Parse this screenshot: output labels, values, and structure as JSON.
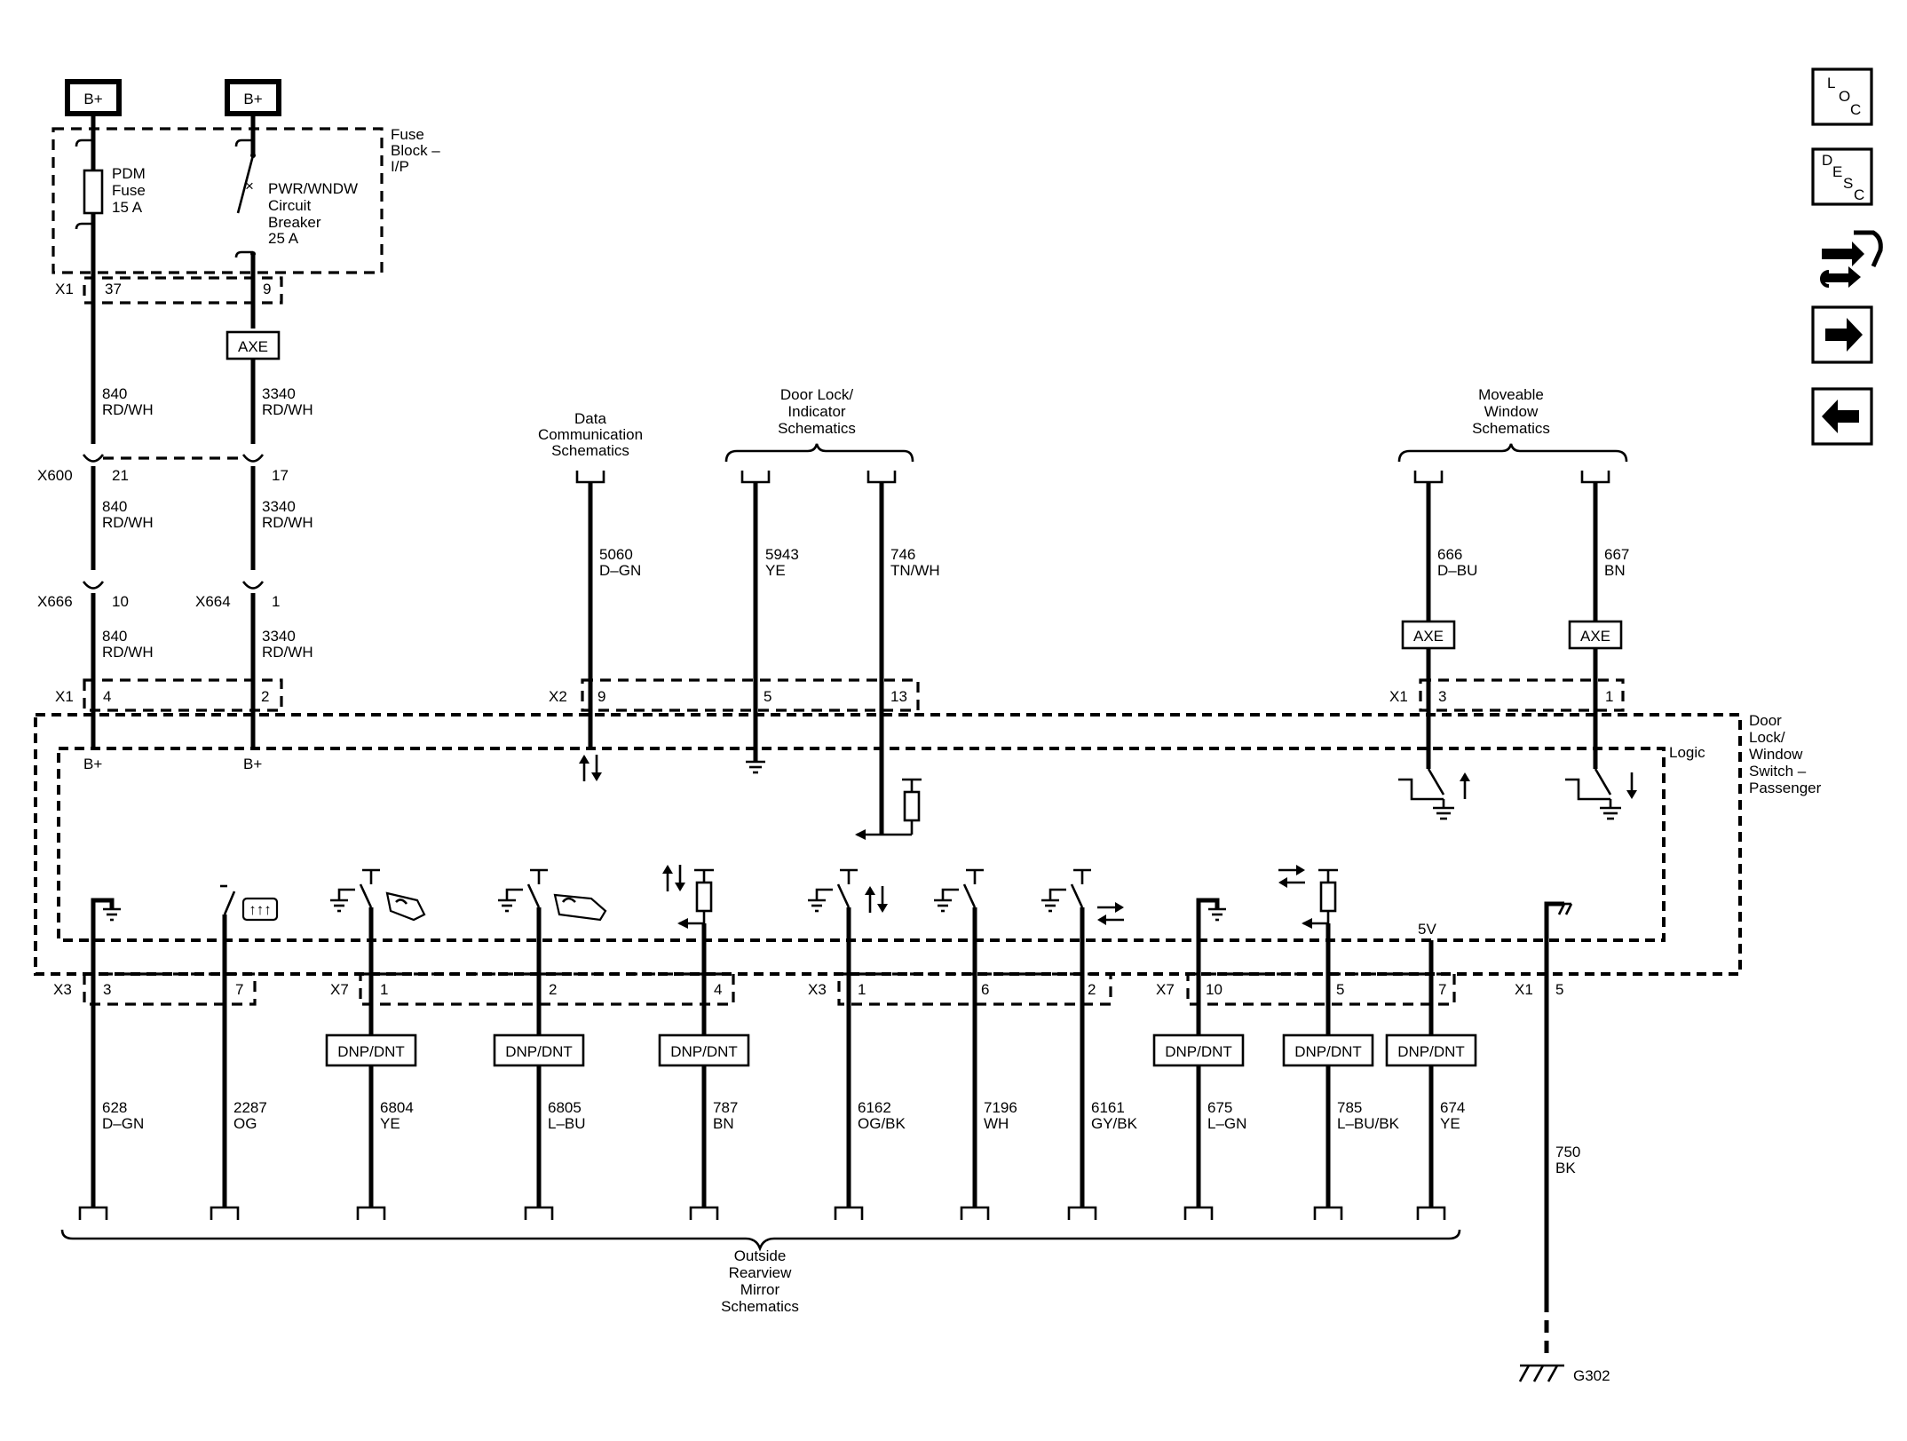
{
  "power": {
    "bplus_1": "B+",
    "bplus_2": "B+"
  },
  "fuse_block": {
    "label": [
      "Fuse",
      "Block –",
      "I/P"
    ],
    "fuse_label": [
      "PDM",
      "Fuse",
      "15 A"
    ],
    "breaker_label": [
      "PWR/WNDW",
      "Circuit",
      "Breaker",
      "25 A"
    ],
    "connector": "X1",
    "pin_a": "37",
    "pin_b": "9"
  },
  "axe_label": "AXE",
  "dnp_label": "DNP/DNT",
  "upper_wires": {
    "w840": [
      "840",
      "RD/WH"
    ],
    "w3340": [
      "3340",
      "RD/WH"
    ]
  },
  "x600": {
    "name": "X600",
    "pin_a": "21",
    "pin_b": "17"
  },
  "x666": {
    "name": "X666",
    "pin": "10"
  },
  "x664": {
    "name": "X664",
    "pin": "1"
  },
  "refs": {
    "data_comm": [
      "Data",
      "Communication",
      "Schematics"
    ],
    "door_lock": [
      "Door Lock/",
      "Indicator",
      "Schematics"
    ],
    "moveable_window": [
      "Moveable",
      "Window",
      "Schematics"
    ],
    "outside_mirror": [
      "Outside",
      "Rearview",
      "Mirror",
      "Schematics"
    ]
  },
  "top_wires": {
    "w5060": [
      "5060",
      "D–GN"
    ],
    "w5943": [
      "5943",
      "YE"
    ],
    "w746": [
      "746",
      "TN/WH"
    ],
    "w666": [
      "666",
      "D–BU"
    ],
    "w667": [
      "667",
      "BN"
    ]
  },
  "top_connectors": {
    "x1": {
      "name": "X1",
      "pins": [
        "4",
        "2"
      ]
    },
    "x2": {
      "name": "X2",
      "pins": [
        "9",
        "5",
        "13"
      ]
    },
    "x1r": {
      "name": "X1",
      "pins": [
        "3",
        "1"
      ]
    }
  },
  "module": {
    "label": [
      "Door",
      "Lock/",
      "Window",
      "Switch –",
      "Passenger"
    ],
    "logic": "Logic",
    "bplus_a": "B+",
    "bplus_b": "B+",
    "v5": "5V"
  },
  "bottom_connectors": {
    "x3": {
      "name": "X3",
      "pins": [
        "3",
        "7"
      ]
    },
    "x7": {
      "name": "X7",
      "pins": [
        "1",
        "2",
        "4"
      ]
    },
    "x3b": {
      "name": "X3",
      "pins": [
        "1",
        "6",
        "2"
      ]
    },
    "x7b": {
      "name": "X7",
      "pins": [
        "10",
        "5",
        "7"
      ]
    },
    "x1": {
      "name": "X1",
      "pins": [
        "5"
      ]
    }
  },
  "bottom_wires": [
    [
      "628",
      "D–GN"
    ],
    [
      "2287",
      "OG"
    ],
    [
      "6804",
      "YE"
    ],
    [
      "6805",
      "L–BU"
    ],
    [
      "787",
      "BN"
    ],
    [
      "6162",
      "OG/BK"
    ],
    [
      "7196",
      "WH"
    ],
    [
      "6161",
      "GY/BK"
    ],
    [
      "675",
      "L–GN"
    ],
    [
      "785",
      "L–BU/BK"
    ],
    [
      "674",
      "YE"
    ]
  ],
  "ground_wire": [
    "750",
    "BK"
  ],
  "ground_label": "G302",
  "nav": {
    "loc": [
      "L",
      "O",
      "C"
    ],
    "desc": [
      "D",
      "E",
      "S",
      "C"
    ]
  }
}
